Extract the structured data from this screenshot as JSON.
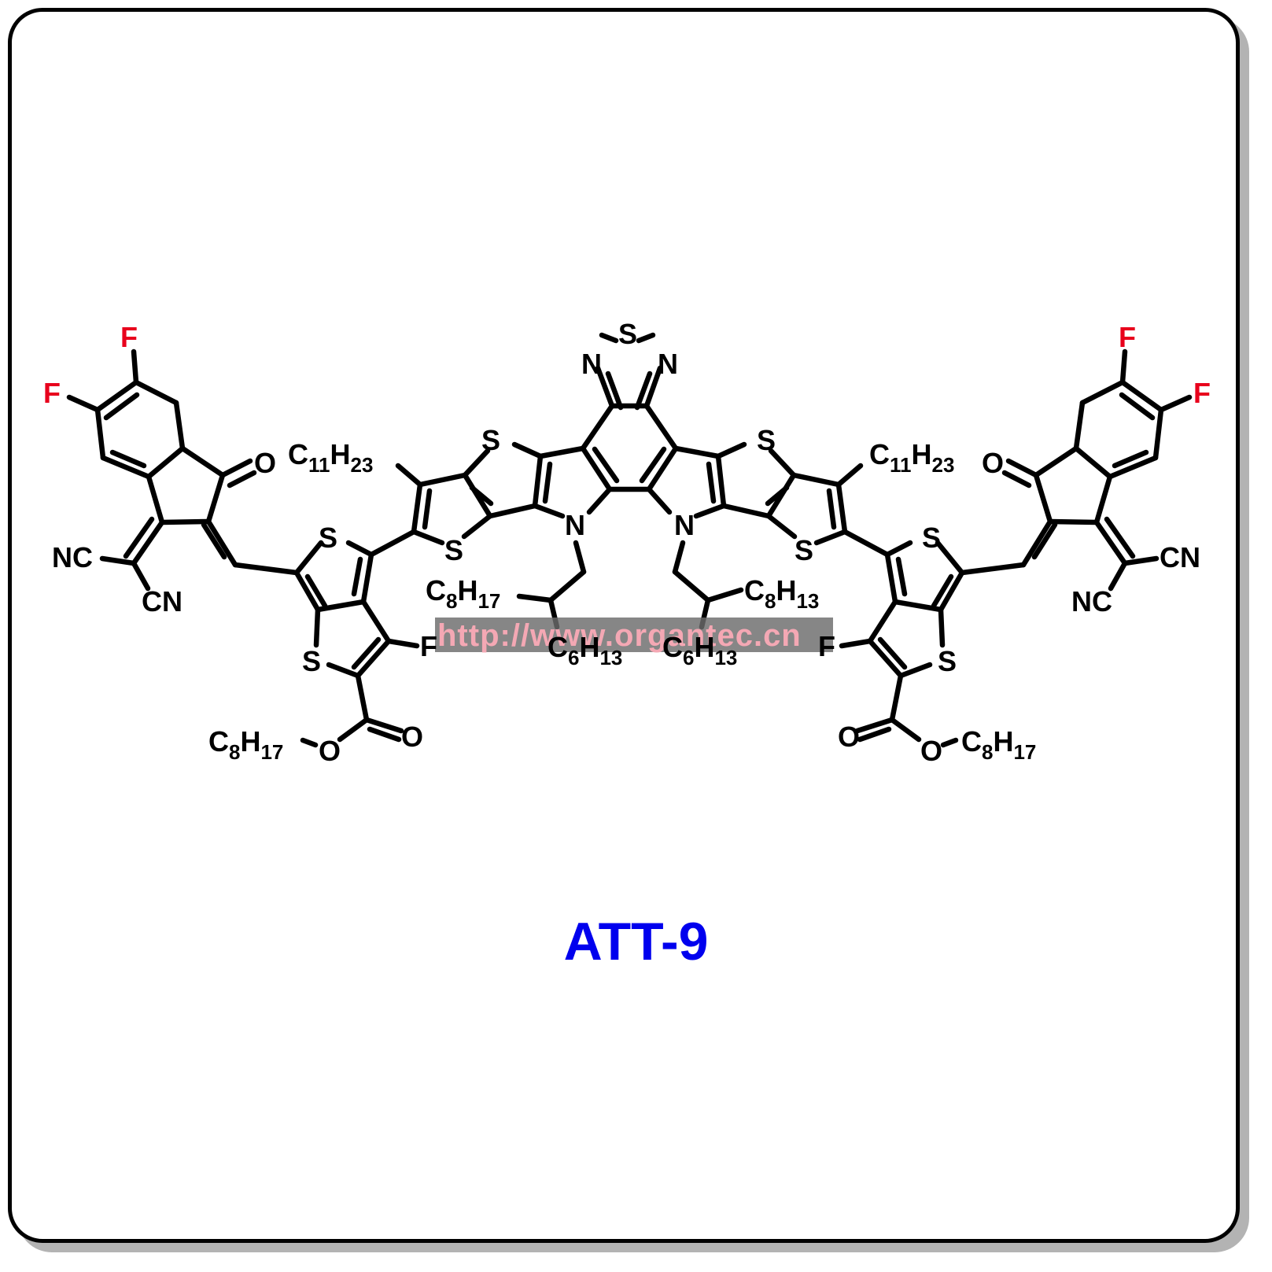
{
  "compound": {
    "name": "ATT-9"
  },
  "labels": {
    "thiadiazole_s": "S",
    "thiadiazole_n_left": "N",
    "thiadiazole_n_right": "N",
    "pyrrole_n_left": "N",
    "pyrrole_n_right": "N",
    "thiophene_s_1": "S",
    "thiophene_s_2": "S",
    "thiophene_s_3": "S",
    "thiophene_s_4": "S",
    "tt_s_left_upper": "S",
    "tt_s_left_lower": "S",
    "tt_s_right_upper": "S",
    "tt_s_right_lower": "S",
    "alkyl_c11_left": "C",
    "alkyl_c11_left_sub1": "11",
    "alkyl_c11_left_h": "H",
    "alkyl_c11_left_sub2": "23",
    "alkyl_c11_right": "C",
    "alkyl_c11_right_sub1": "11",
    "alkyl_c11_right_h": "H",
    "alkyl_c11_right_sub2": "23",
    "branch_left_c": "C",
    "branch_left_sub1": "8",
    "branch_left_h": "H",
    "branch_left_sub2": "17",
    "branch_right_c": "C",
    "branch_right_sub1": "8",
    "branch_right_h": "H",
    "branch_right_sub2": "13",
    "hexyl_left_c": "C",
    "hexyl_left_sub1": "6",
    "hexyl_left_h": "H",
    "hexyl_left_sub2": "13",
    "hexyl_right_c": "C",
    "hexyl_right_sub1": "6",
    "hexyl_right_h": "H",
    "hexyl_right_sub2": "13",
    "fluoro_left_tt": "F",
    "fluoro_right_tt": "F",
    "ester_left_o_carbonyl": "O",
    "ester_left_o_ether": "O",
    "ester_left_c": "C",
    "ester_left_sub1": "8",
    "ester_left_h": "H",
    "ester_left_sub2": "17",
    "ester_right_o_carbonyl": "O",
    "ester_right_o_ether": "O",
    "ester_right_c": "C",
    "ester_right_sub1": "8",
    "ester_right_h": "H",
    "ester_right_sub2": "17",
    "ic_left_o": "O",
    "ic_right_o": "O",
    "ic_left_f1": "F",
    "ic_left_f2": "F",
    "ic_right_f1": "F",
    "ic_right_f2": "F",
    "ic_left_cn1": "NC",
    "ic_left_cn2": "CN",
    "ic_right_cn1": "CN",
    "ic_right_cn2": "NC"
  },
  "watermark": {
    "text": "http://www.organtec.cn"
  },
  "colors": {
    "heteroatom_f": "#e8001c",
    "title": "#0000ee",
    "bond": "#000000"
  }
}
